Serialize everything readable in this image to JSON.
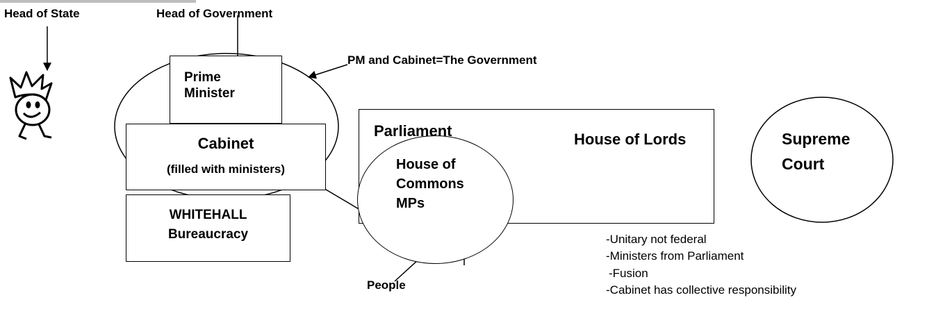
{
  "labels": {
    "head_of_state": "Head of State",
    "head_of_government": "Head of Government",
    "pm_cabinet": "PM and Cabinet=The Government",
    "parliament": "Parliament",
    "house_of_lords": "House of Lords",
    "supreme_court_1": "Supreme",
    "supreme_court_2": "Court",
    "prime_minister_1": "Prime",
    "prime_minister_2": "Minister",
    "cabinet": "Cabinet",
    "cabinet_note": "(filled with ministers)",
    "whitehall": "WHITEHALL",
    "bureaucracy": "Bureaucracy",
    "commons_1": "House of",
    "commons_2": "Commons",
    "commons_3": "MPs",
    "people": "People"
  },
  "notes": [
    "-Unitary not federal",
    "-Ministers from Parliament",
    "-Fusion",
    "-Cabinet has collective responsibility"
  ],
  "icons": {
    "monarch": "crowned-face-icon"
  },
  "colors": {
    "line": "#000000",
    "top_bar": "#bdbdbd"
  }
}
